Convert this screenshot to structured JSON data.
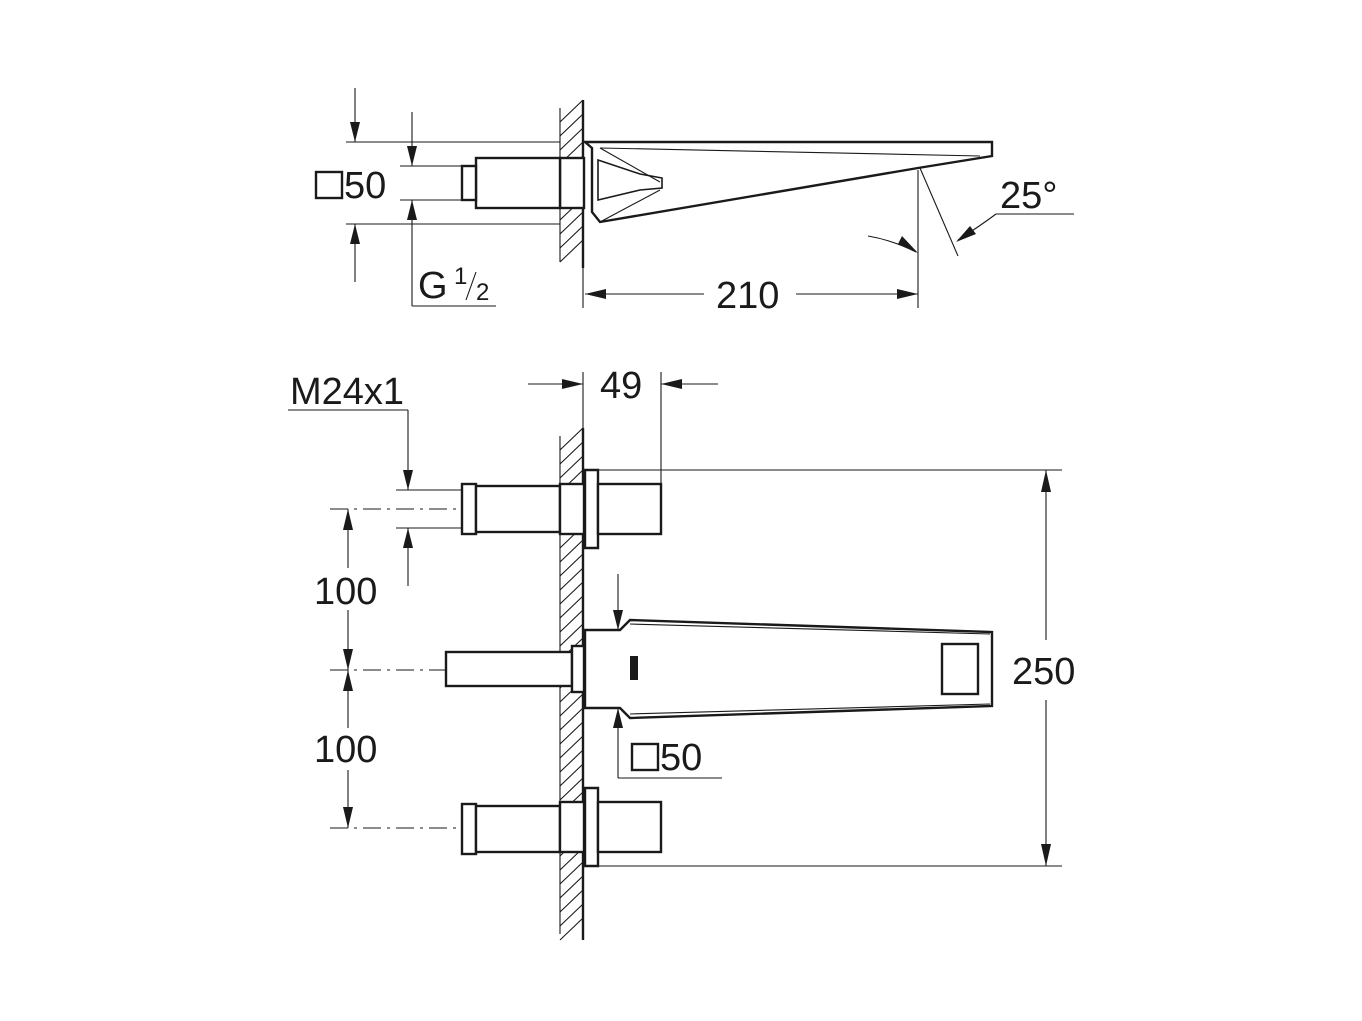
{
  "labels": {
    "top_square_size": "50",
    "thread_label_g": "G",
    "thread_frac_num": "1",
    "thread_frac_den": "2",
    "angle": "25°",
    "projection": "210",
    "offset_49": "49",
    "thread_m24": "M24x1",
    "spacing_upper": "100",
    "spacing_lower": "100",
    "total_height": "250",
    "bottom_square_size": "50"
  }
}
